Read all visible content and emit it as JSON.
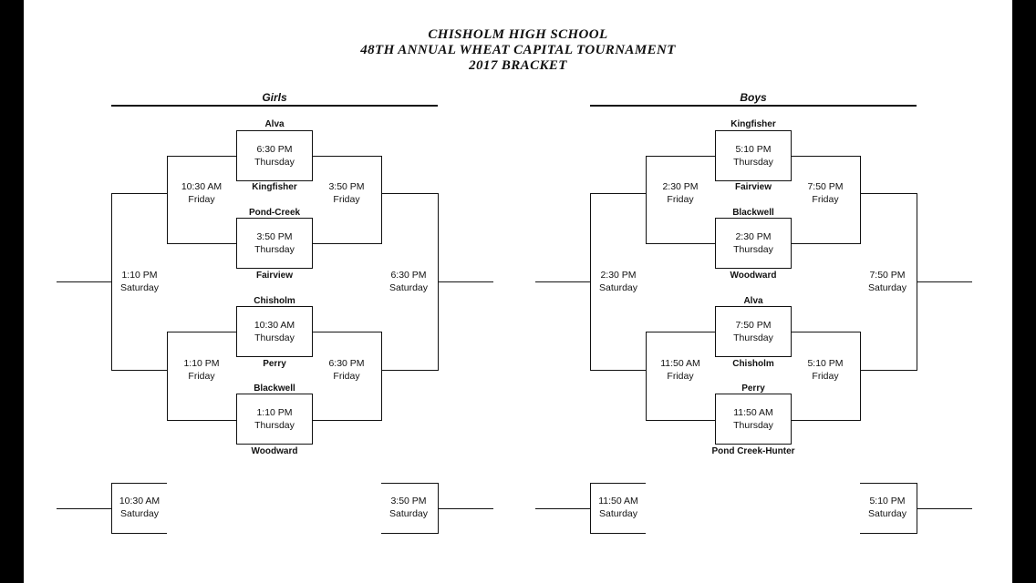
{
  "header": {
    "line1": "CHISHOLM HIGH SCHOOL",
    "line2": "48TH ANNUAL WHEAT CAPITAL TOURNAMENT",
    "line3": "2017 BRACKET"
  },
  "girls": {
    "label": "Girls",
    "teams": [
      "Alva",
      "Kingfisher",
      "Pond-Creek",
      "Fairview",
      "Chisholm",
      "Perry",
      "Blackwell",
      "Woodward"
    ],
    "first_round": [
      {
        "time": "6:30 PM",
        "day": "Thursday"
      },
      {
        "time": "3:50 PM",
        "day": "Thursday"
      },
      {
        "time": "10:30 AM",
        "day": "Thursday"
      },
      {
        "time": "1:10 PM",
        "day": "Thursday"
      }
    ],
    "consolation": [
      {
        "time": "10:30 AM",
        "day": "Friday"
      },
      {
        "time": "1:10 PM",
        "day": "Friday"
      }
    ],
    "winners": [
      {
        "time": "3:50 PM",
        "day": "Friday"
      },
      {
        "time": "6:30 PM",
        "day": "Friday"
      }
    ],
    "consolation_final": {
      "time": "1:10 PM",
      "day": "Saturday"
    },
    "championship": {
      "time": "6:30 PM",
      "day": "Saturday"
    },
    "place_left": {
      "time": "10:30 AM",
      "day": "Saturday"
    },
    "place_right": {
      "time": "3:50 PM",
      "day": "Saturday"
    }
  },
  "boys": {
    "label": "Boys",
    "teams": [
      "Kingfisher",
      "Fairview",
      "Blackwell",
      "Woodward",
      "Alva",
      "Chisholm",
      "Perry",
      "Pond Creek-Hunter"
    ],
    "first_round": [
      {
        "time": "5:10 PM",
        "day": "Thursday"
      },
      {
        "time": "2:30 PM",
        "day": "Thursday"
      },
      {
        "time": "7:50 PM",
        "day": "Thursday"
      },
      {
        "time": "11:50 AM",
        "day": "Thursday"
      }
    ],
    "consolation": [
      {
        "time": "2:30 PM",
        "day": "Friday"
      },
      {
        "time": "11:50 AM",
        "day": "Friday"
      }
    ],
    "winners": [
      {
        "time": "7:50 PM",
        "day": "Friday"
      },
      {
        "time": "5:10 PM",
        "day": "Friday"
      }
    ],
    "consolation_final": {
      "time": "2:30 PM",
      "day": "Saturday"
    },
    "championship": {
      "time": "7:50 PM",
      "day": "Saturday"
    },
    "place_left": {
      "time": "11:50 AM",
      "day": "Saturday"
    },
    "place_right": {
      "time": "5:10 PM",
      "day": "Saturday"
    }
  }
}
